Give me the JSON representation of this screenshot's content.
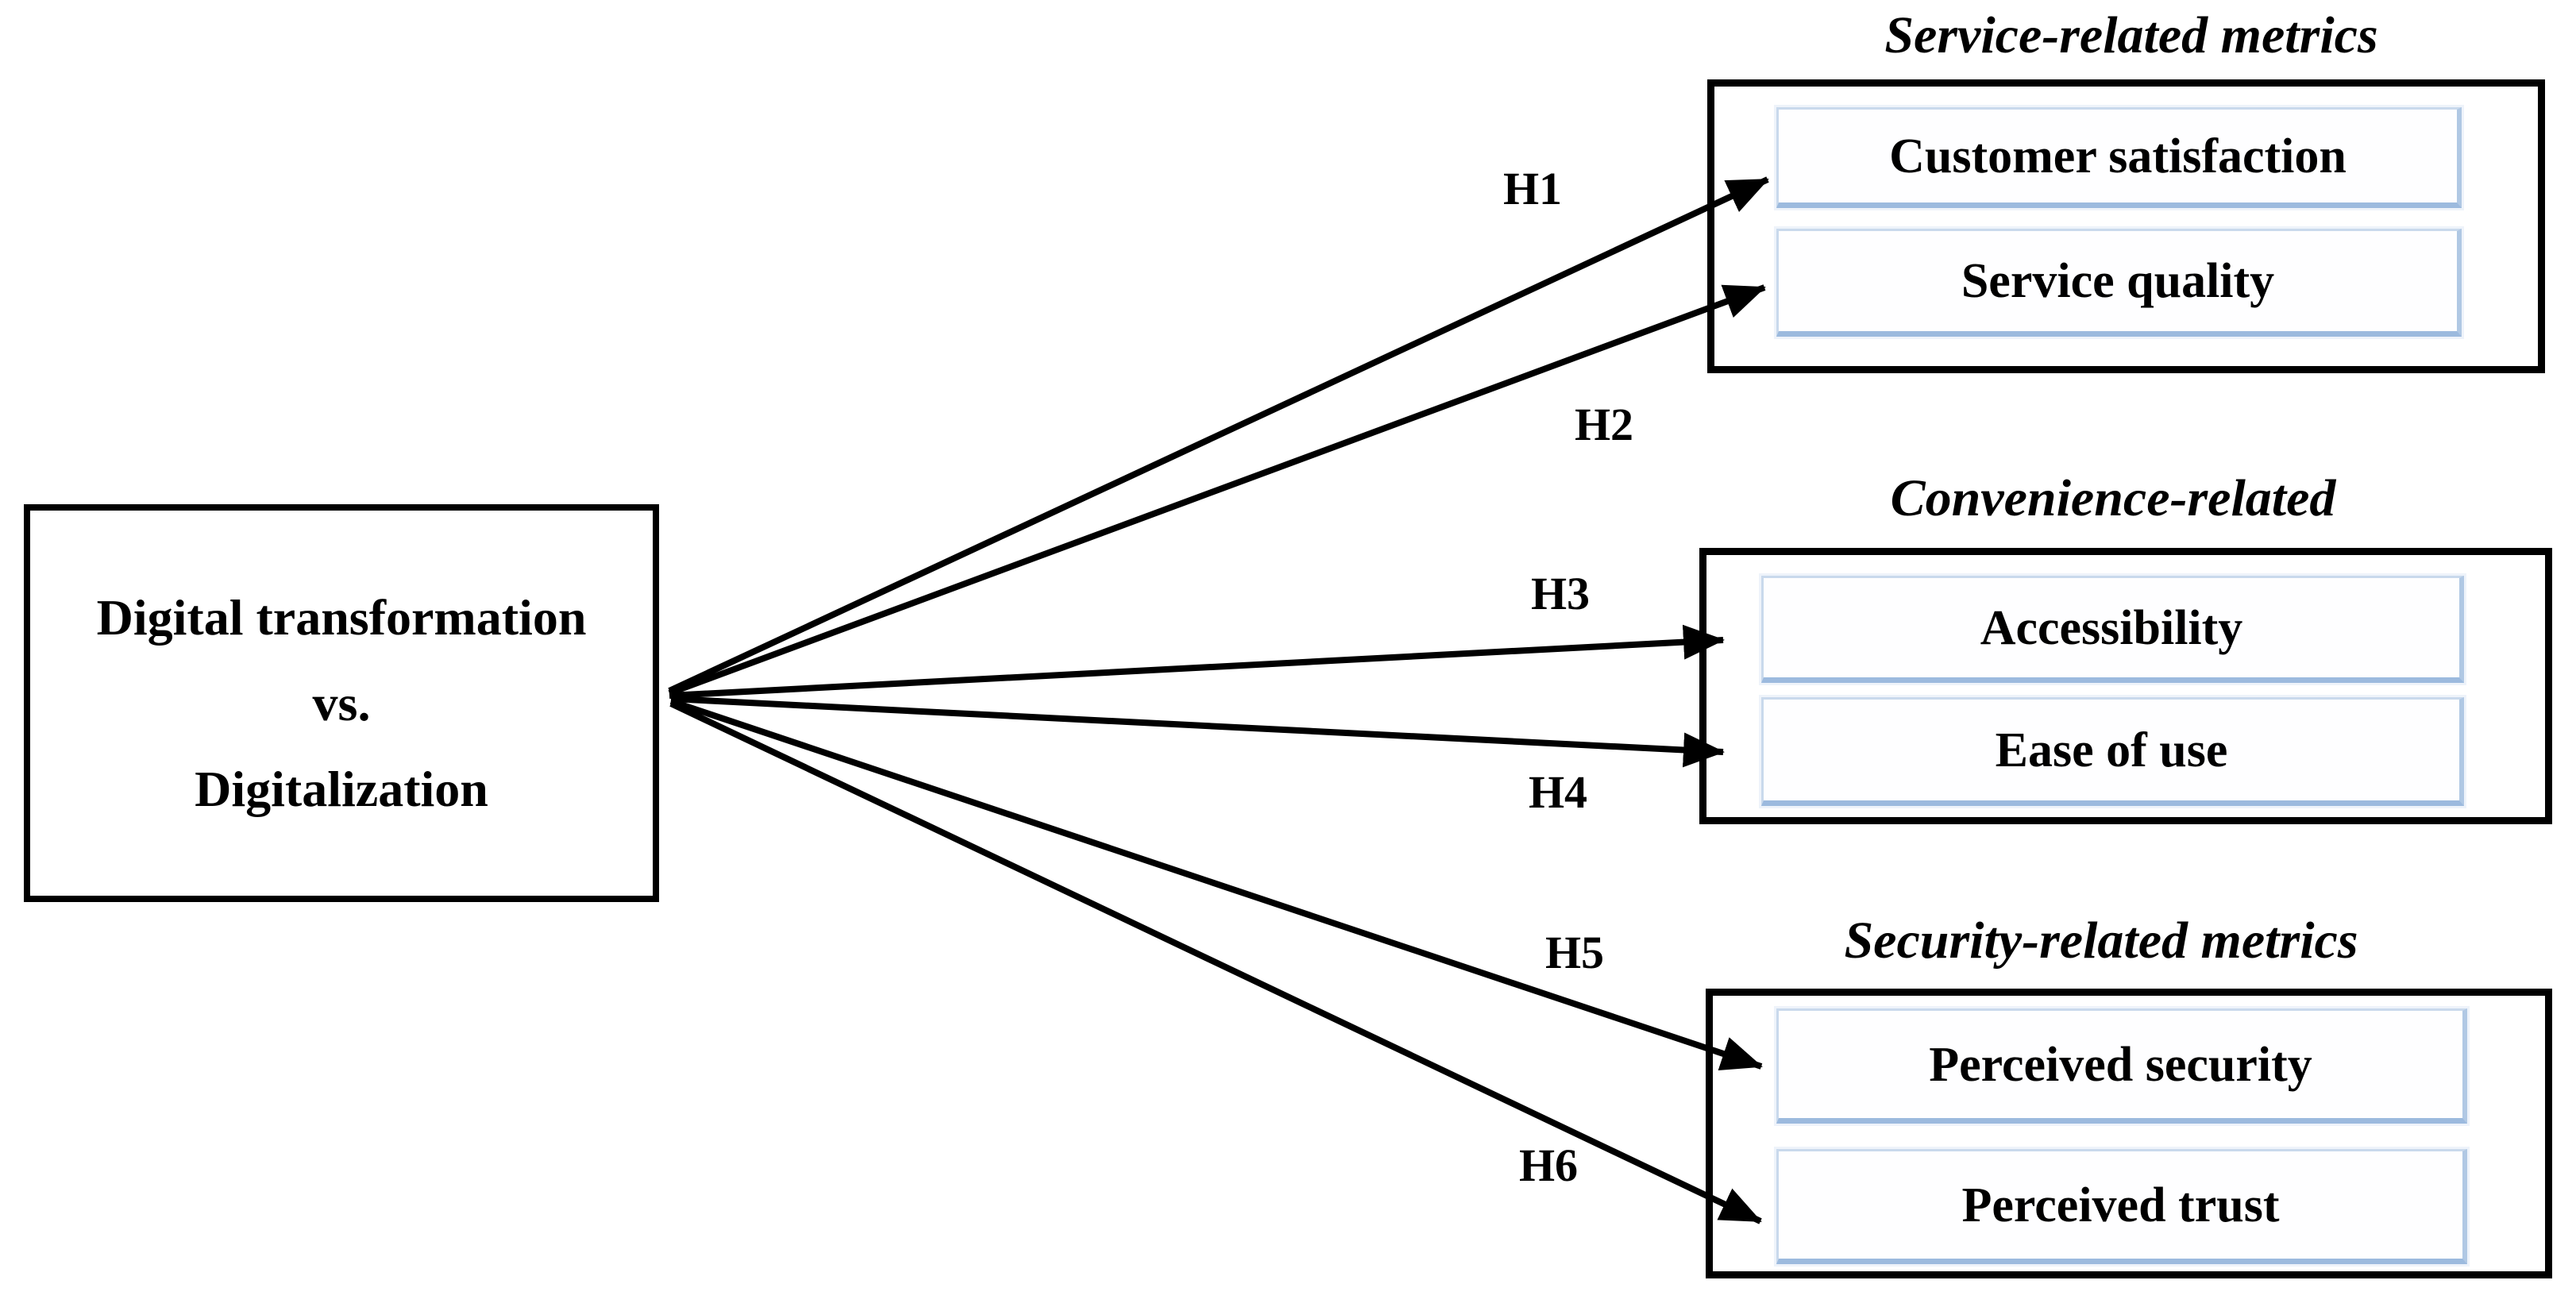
{
  "figure": {
    "source_box": {
      "line1": "Digital transformation",
      "line2": "vs.",
      "line3": "Digitalization"
    },
    "groups": [
      {
        "title": "Service-related metrics",
        "items": [
          "Customer satisfaction",
          "Service quality"
        ]
      },
      {
        "title": "Convenience-related",
        "items": [
          "Accessibility",
          "Ease of use"
        ]
      },
      {
        "title": "Security-related metrics",
        "items": [
          "Perceived security",
          "Perceived trust"
        ]
      }
    ],
    "hypotheses": [
      {
        "label": "H1",
        "from": "Digital transformation vs. Digitalization",
        "to": "Customer satisfaction"
      },
      {
        "label": "H2",
        "from": "Digital transformation vs. Digitalization",
        "to": "Service quality"
      },
      {
        "label": "H3",
        "from": "Digital transformation vs. Digitalization",
        "to": "Accessibility"
      },
      {
        "label": "H4",
        "from": "Digital transformation vs. Digitalization",
        "to": "Ease of use"
      },
      {
        "label": "H5",
        "from": "Digital transformation vs. Digitalization",
        "to": "Perceived security"
      },
      {
        "label": "H6",
        "from": "Digital transformation vs. Digitalization",
        "to": "Perceived trust"
      }
    ],
    "colors": {
      "line": "#000000",
      "outer_border": "#000000",
      "inner_border_light": "#c9d9ec",
      "inner_border_dark": "#9cbade",
      "background": "#ffffff"
    }
  }
}
